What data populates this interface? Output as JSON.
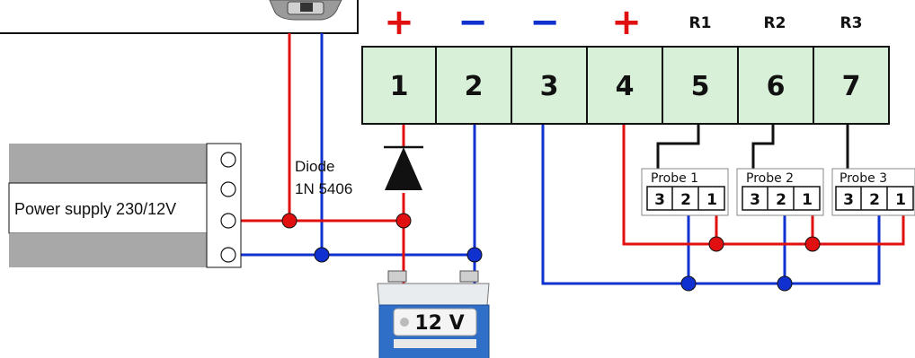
{
  "colors": {
    "positive": "#e01010",
    "negative": "#1030d0",
    "terminal_fill": "#d8f0d8",
    "wire_black": "#111111"
  },
  "terminal_block": {
    "polarity_signs": [
      "+",
      "−",
      "−",
      "+"
    ],
    "relay_labels": [
      "R1",
      "R2",
      "R3"
    ],
    "terminals": [
      "1",
      "2",
      "3",
      "4",
      "5",
      "6",
      "7"
    ]
  },
  "power_supply": {
    "label": "Power supply 230/12V"
  },
  "diode": {
    "line1": "Diode",
    "line2": "1N 5406"
  },
  "battery": {
    "label": "12 V"
  },
  "probes": [
    {
      "title": "Probe  1",
      "pins": [
        "3",
        "2",
        "1"
      ]
    },
    {
      "title": "Probe  2",
      "pins": [
        "3",
        "2",
        "1"
      ]
    },
    {
      "title": "Probe  3",
      "pins": [
        "3",
        "2",
        "1"
      ]
    }
  ]
}
